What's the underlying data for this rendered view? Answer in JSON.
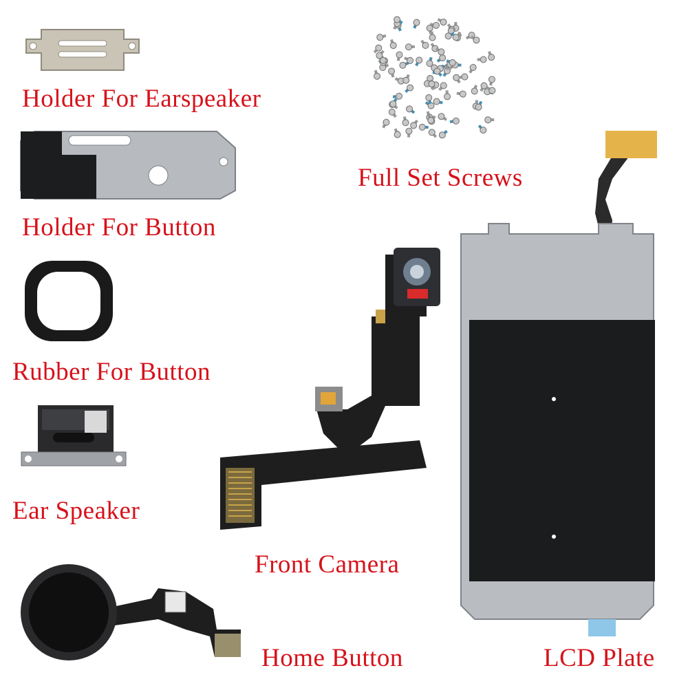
{
  "labels": {
    "holder_earspeaker": "Holder For Earspeaker",
    "holder_button": "Holder For Button",
    "rubber_button": "Rubber For Button",
    "ear_speaker": "Ear Speaker",
    "full_set_screws": "Full Set Screws",
    "front_camera": "Front Camera",
    "home_button": "Home Button",
    "lcd_plate": "LCD Plate"
  },
  "colors": {
    "label": "#d6121b",
    "background": "#ffffff",
    "metal": "#b9bcc0",
    "black_tape": "#1b1c1e",
    "flex_cable": "#1e1e1e"
  }
}
